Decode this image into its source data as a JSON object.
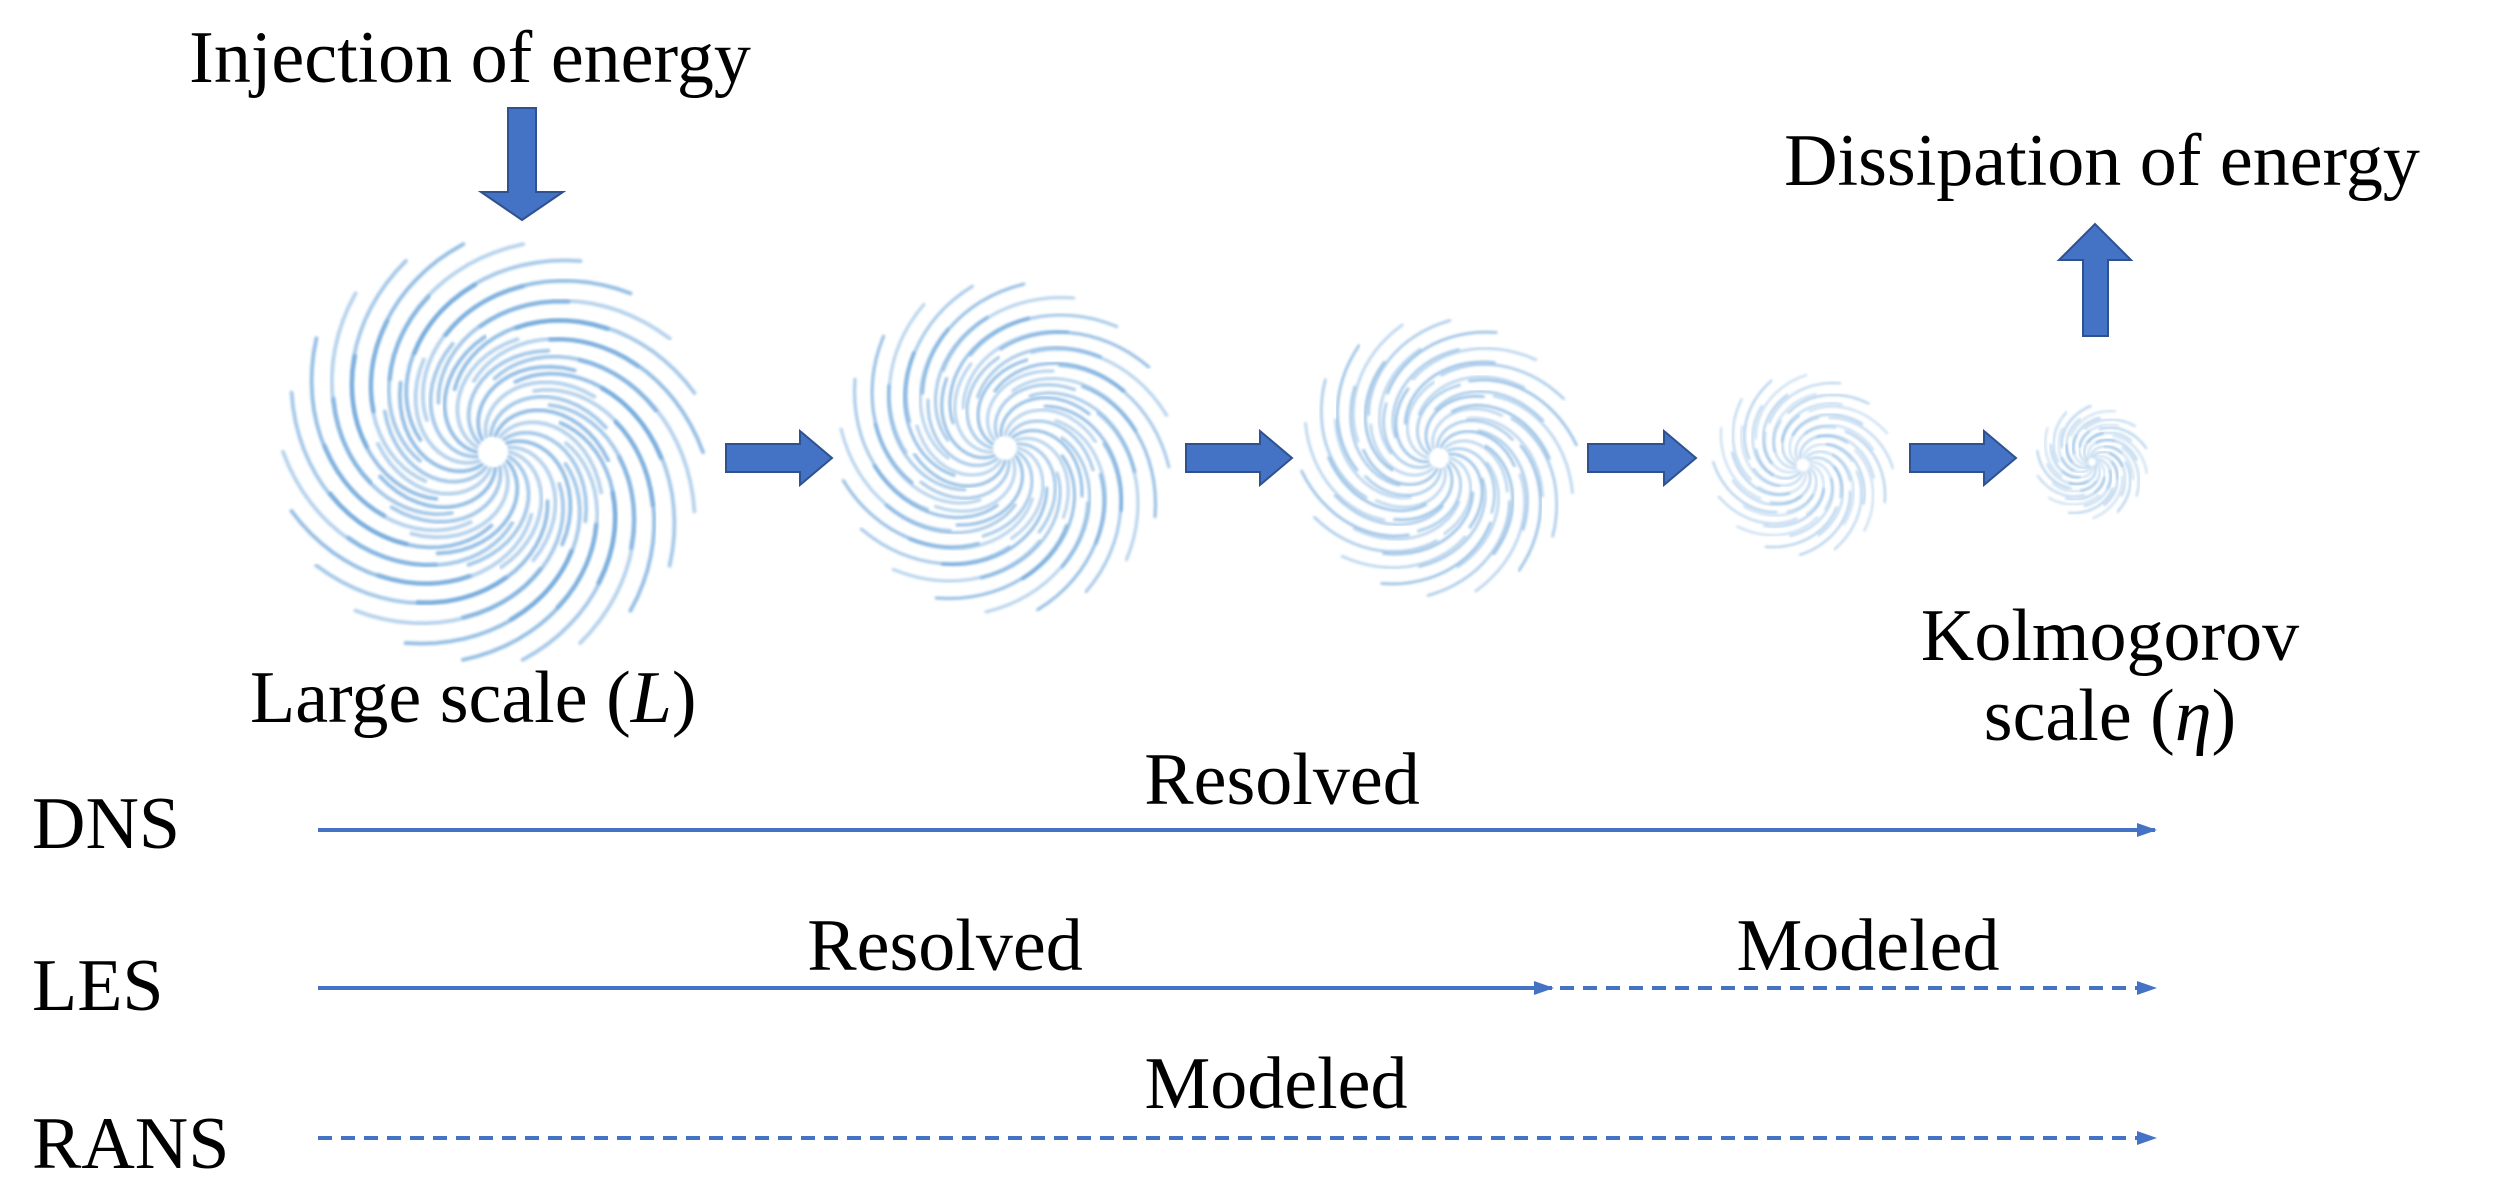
{
  "top": {
    "injection": "Injection of energy",
    "dissipation": "Dissipation of energy"
  },
  "scales": {
    "large_prefix": "Large scale (",
    "large_symbol": "L",
    "large_suffix": ")",
    "kolmogorov_line1": "Kolmogorov",
    "kolmogorov_prefix": "scale (",
    "kolmogorov_symbol": "η",
    "kolmogorov_suffix": ")"
  },
  "methods": [
    {
      "name": "DNS",
      "segments": [
        {
          "label": "Resolved",
          "style": "solid"
        }
      ]
    },
    {
      "name": "LES",
      "segments": [
        {
          "label": "Resolved",
          "style": "solid"
        },
        {
          "label": "Modeled",
          "style": "dashed"
        }
      ]
    },
    {
      "name": "RANS",
      "segments": [
        {
          "label": "Modeled",
          "style": "dashed"
        }
      ]
    }
  ],
  "colors": {
    "arrow_fill": "#4472C4",
    "arrow_stroke": "#2F528F",
    "line": "#4472C4",
    "eddy": "#5B9BD5",
    "text": "#000000"
  },
  "icons": {
    "eddy": "spiral-eddy-icon",
    "flow_arrow": "block-arrow-icon"
  }
}
